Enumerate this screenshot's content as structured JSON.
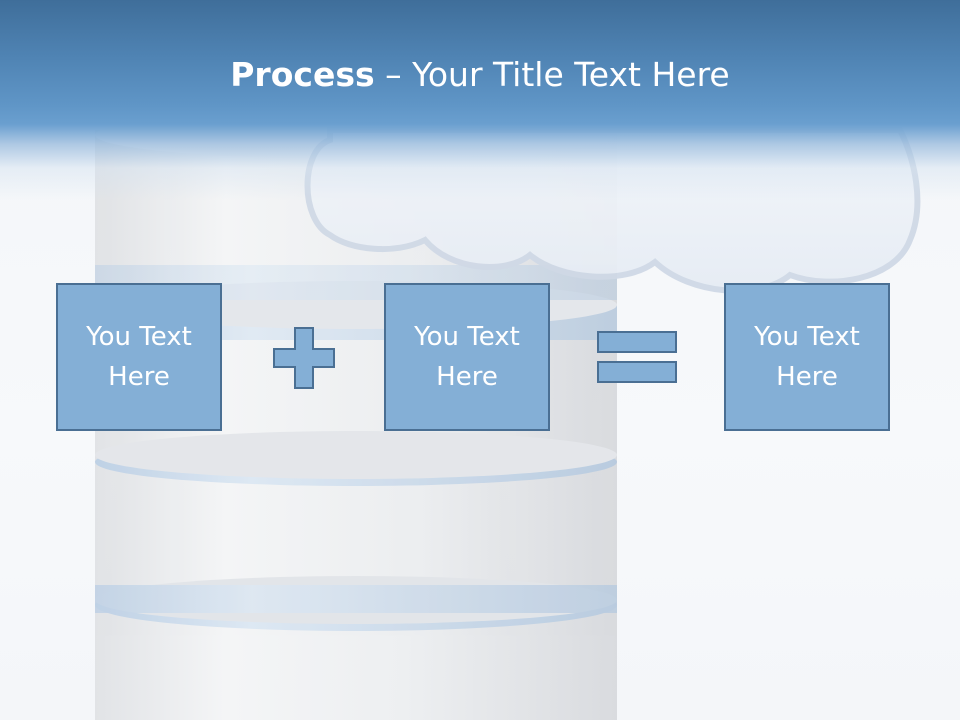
{
  "slide": {
    "title_strong": "Process",
    "title_rest": " – Your Title Text Here",
    "steps": [
      {
        "label": "You Text Here"
      },
      {
        "label": "You Text Here"
      },
      {
        "label": "You Text Here"
      }
    ],
    "operators": [
      "plus",
      "equals"
    ]
  },
  "colors": {
    "header_blue": "#4f83b3",
    "box_fill": "#84afd6",
    "box_border": "#4a6f93",
    "title_text": "#ffffff",
    "background": "#f5f7fa"
  },
  "icons": {
    "plus": "plus-icon",
    "equals": "equals-icon",
    "database": "database-icon",
    "cloud": "cloud-icon"
  }
}
